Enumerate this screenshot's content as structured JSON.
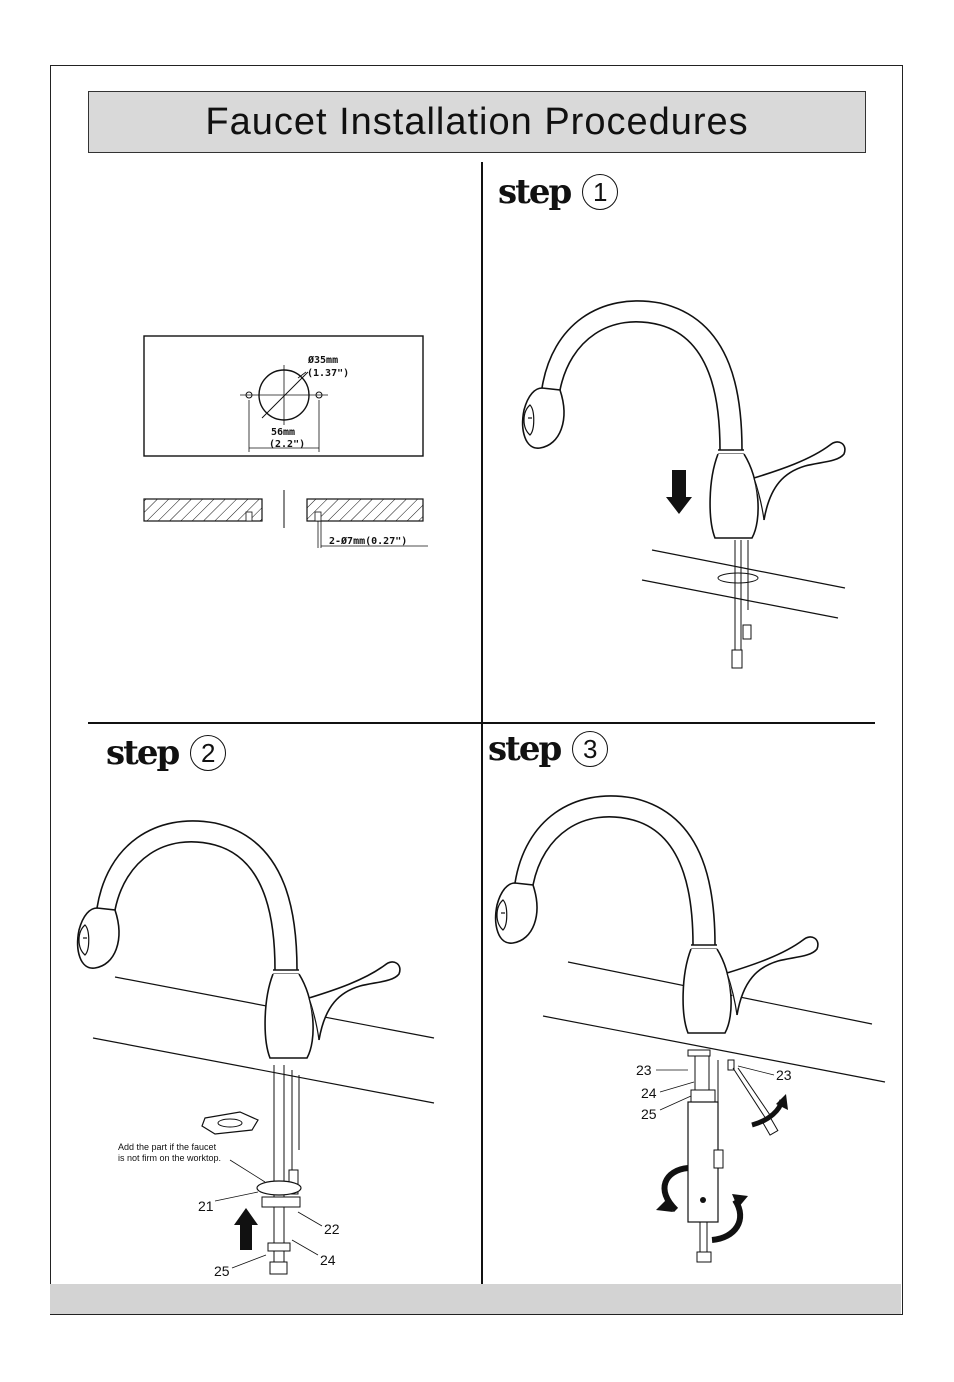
{
  "title": "Faucet Installation Procedures",
  "steps": [
    {
      "word": "step",
      "number": "1"
    },
    {
      "word": "step",
      "number": "2"
    },
    {
      "word": "step",
      "number": "3"
    }
  ],
  "cutout": {
    "hole_diameter": "Ø35mm",
    "hole_diameter_in": "(1.37\")",
    "spacing": "56mm",
    "spacing_in": "(2.2\")",
    "small_holes": "2-Ø7mm(0.27\")"
  },
  "step2": {
    "note_line1": "Add the part if the faucet",
    "note_line2": "is not firm on the worktop.",
    "parts": [
      "21",
      "22",
      "24",
      "25"
    ]
  },
  "step3": {
    "parts": [
      "23",
      "24",
      "25",
      "23"
    ]
  }
}
